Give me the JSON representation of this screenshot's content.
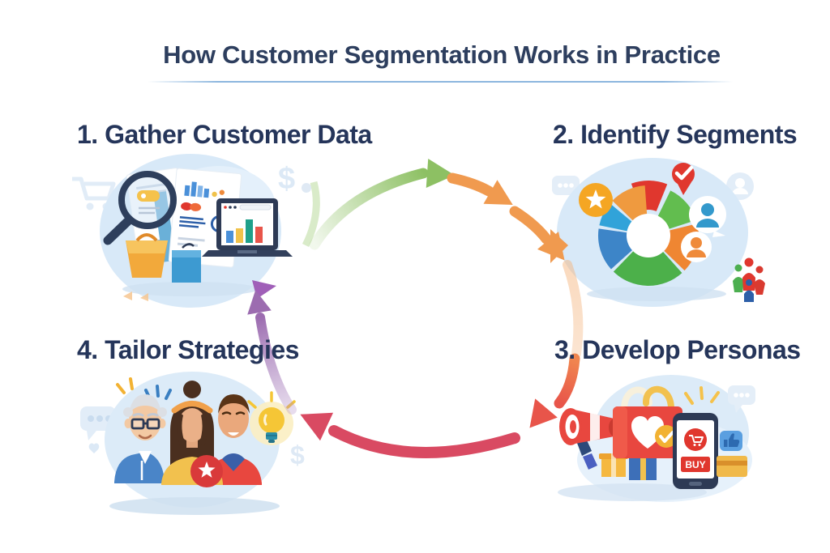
{
  "title": "How Customer Segmentation Works in Practice",
  "steps": [
    {
      "number": "1.",
      "label": "Gather Customer Data"
    },
    {
      "number": "2.",
      "label": "Identify Segments"
    },
    {
      "number": "3.",
      "label": "Develop Personas"
    },
    {
      "number": "4.",
      "label": "Tailor Strategies"
    }
  ],
  "flow": {
    "type": "cycle",
    "direction": "clockwise",
    "sequence": [
      "Gather Customer Data",
      "Identify Segments",
      "Develop Personas",
      "Tailor Strategies"
    ]
  },
  "illustration_labels": {
    "buy_button": "BUY"
  },
  "icons": {
    "dollar": "$"
  },
  "colors": {
    "title_text": "#2d3e5e",
    "heading_text": "#25355a",
    "title_underline": "#8cb6de",
    "arrow_green": "#8dc063",
    "arrow_orange": "#f09a4f",
    "arrow_red": "#e8554a",
    "arrow_crimson": "#d94a62",
    "arrow_purple": "#9c6cb0",
    "illustration_bg": "#d8e9f8",
    "buy_red": "#e0372e",
    "badge_yellow": "#f5a623",
    "badge_red": "#d93a3a"
  }
}
